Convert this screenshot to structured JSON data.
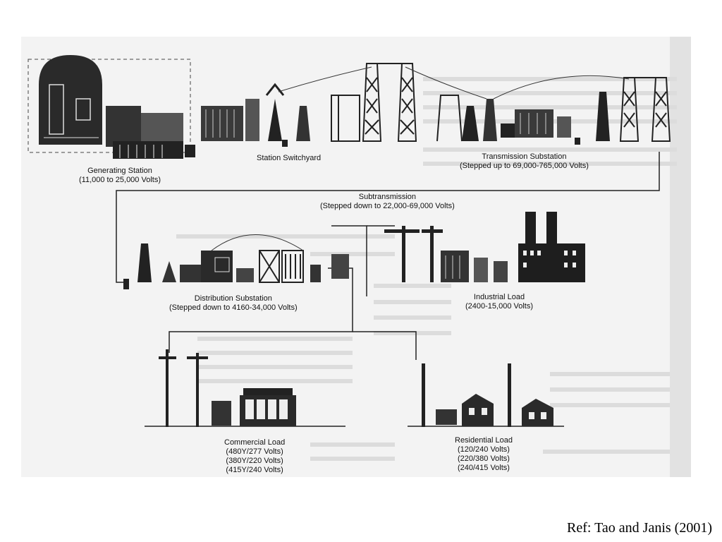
{
  "diagram": {
    "generating_station": {
      "title": "Generating Station",
      "voltage": "(11,000 to 25,000 Volts)"
    },
    "station_switchyard": {
      "title": "Station Switchyard"
    },
    "transmission_substation": {
      "title": "Transmission Substation",
      "voltage": "(Stepped up to 69,000-765,000 Volts)"
    },
    "subtransmission": {
      "title": "Subtransmission",
      "voltage": "(Stepped down to 22,000-69,000 Volts)"
    },
    "distribution_substation": {
      "title": "Distribution Substation",
      "voltage": "(Stepped down to 4160-34,000 Volts)"
    },
    "industrial_load": {
      "title": "Industrial Load",
      "voltage": "(2400-15,000 Volts)"
    },
    "commercial_load": {
      "title": "Commercial Load",
      "voltages": [
        "(480Y/277 Volts)",
        "(380Y/220 Volts)",
        "(415Y/240 Volts)"
      ]
    },
    "residential_load": {
      "title": "Residential Load",
      "voltages": [
        "(120/240 Volts)",
        "(220/380 Volts)",
        "(240/415 Volts)"
      ]
    }
  },
  "reference": "Ref: Tao and Janis (2001)"
}
